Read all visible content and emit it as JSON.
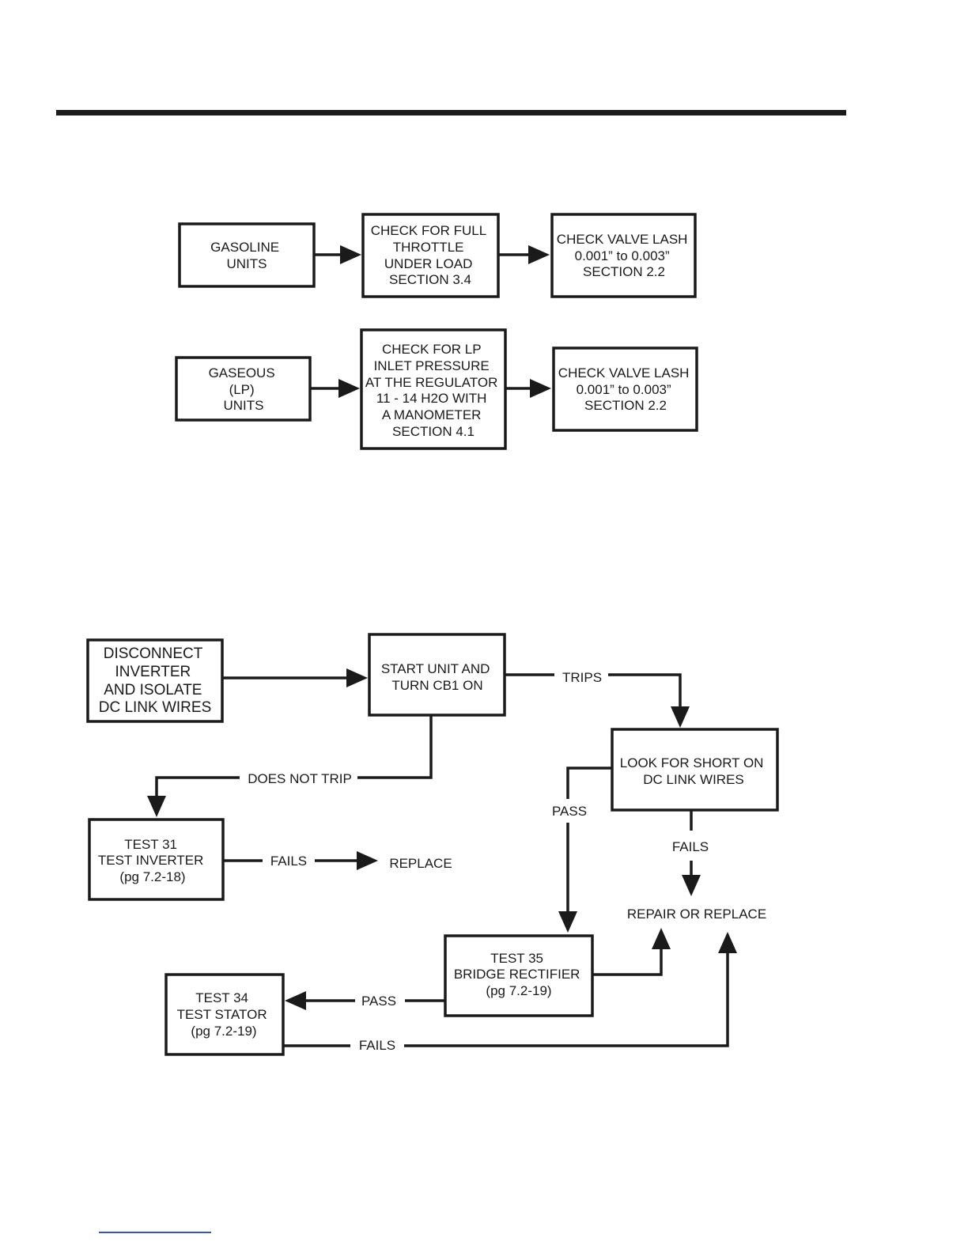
{
  "diagram_a": {
    "gasoline_units": [
      "GASOLINE",
      "UNITS"
    ],
    "full_throttle": [
      "CHECK FOR FULL",
      "THROTTLE",
      "UNDER LOAD",
      "SECTION 3.4"
    ],
    "valve_lash_1": [
      "CHECK VALVE LASH",
      "0.001” to 0.003”",
      "SECTION 2.2"
    ],
    "gaseous_units": [
      "GASEOUS",
      "(LP)",
      "UNITS"
    ],
    "lp_pressure": [
      "CHECK FOR LP",
      "INLET PRESSURE",
      "AT THE REGULATOR",
      "11 - 14 H2O WITH",
      "A MANOMETER",
      "SECTION 4.1"
    ],
    "valve_lash_2": [
      "CHECK VALVE LASH",
      "0.001” to 0.003”",
      "SECTION 2.2"
    ]
  },
  "diagram_b": {
    "disconnect": [
      "DISCONNECT",
      "INVERTER",
      "AND ISOLATE",
      "DC LINK WIRES"
    ],
    "start_unit": [
      "START UNIT AND",
      "TURN CB1 ON"
    ],
    "look_short": [
      "LOOK FOR SHORT ON",
      "DC LINK WIRES"
    ],
    "test31": [
      "TEST 31",
      "TEST INVERTER",
      "(pg 7.2-18)"
    ],
    "test35": [
      "TEST 35",
      "BRIDGE RECTIFIER",
      "(pg 7.2-19)"
    ],
    "test34": [
      "TEST 34",
      "TEST STATOR",
      "(pg 7.2-19)"
    ],
    "labels": {
      "trips": "TRIPS",
      "does_not_trip": "DOES NOT TRIP",
      "pass_short": "PASS",
      "fails_short": "FAILS",
      "fails_inverter": "FAILS",
      "replace": "REPLACE",
      "repair_or_replace": "REPAIR OR REPLACE",
      "pass_rectifier": "PASS",
      "fails_stator": "FAILS"
    }
  },
  "colors": {
    "ink": "#1a1a1a",
    "background": "#ffffff"
  }
}
